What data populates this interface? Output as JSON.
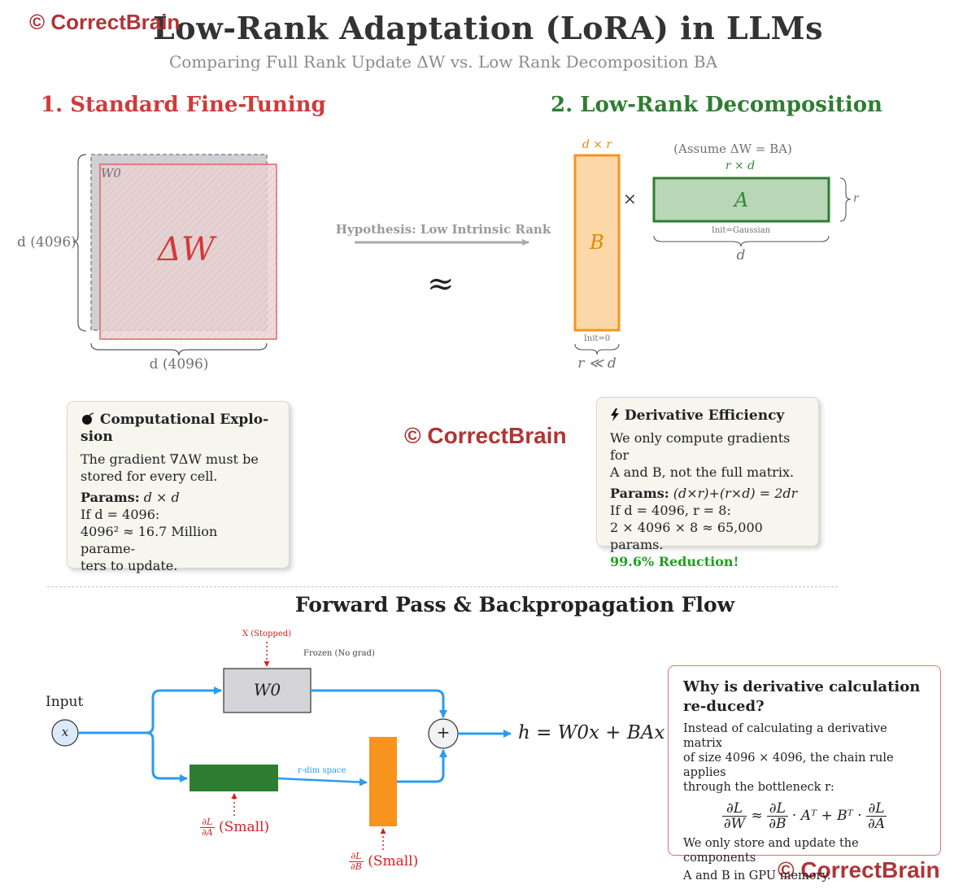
{
  "header": {
    "title": "Low-Rank Adaptation (LoRA) in LLMs",
    "subtitle": "Comparing Full Rank Update ΔW vs. Low Rank Decomposition BA"
  },
  "watermarks": {
    "top_left": "© CorrectBrain",
    "middle": "© CorrectBrain",
    "bottom_right": "© CorrectBrain"
  },
  "section1": {
    "heading": "1. Standard Fine-Tuning",
    "w0_label": "W0",
    "delta_label": "ΔW",
    "left_dim": "d (4096)",
    "bottom_dim": "d (4096)"
  },
  "hypothesis": {
    "label": "Hypothesis: Low Intrinsic Rank",
    "approx_symbol": "≈"
  },
  "section2": {
    "heading": "2. Low-Rank Decomposition",
    "b_dim_top": "d × r",
    "b_label": "B",
    "b_init": "Init=0",
    "b_bottom": "r ≪ d",
    "times_symbol": "×",
    "assume": "(Assume ΔW = BA)",
    "a_dim_top": "r × d",
    "a_label": "A",
    "a_init": "Init=Gaussian",
    "a_right": "r",
    "a_bottom": "d"
  },
  "card_explosion": {
    "icon": "bomb-icon",
    "title": "Computational Explo-sion",
    "line1": "The gradient ∇ΔW must be",
    "line2": "stored for every cell.",
    "params_label": "Params:",
    "params_value": "d × d",
    "line3": "If d = 4096:",
    "line4": "4096² ≈ 16.7 Million parame-",
    "line5": "ters to update."
  },
  "card_efficiency": {
    "icon": "lightning-icon",
    "title": "Derivative Efficiency",
    "line1": "We only compute gradients for",
    "line2": "A and B, not the full matrix.",
    "params_label": "Params:",
    "params_value": "(d×r)+(r×d) = 2dr",
    "line3": "If d = 4096, r = 8:",
    "line4": "2 × 4096 × 8 ≈ 65,000 params.",
    "reduction": "99.6% Reduction!"
  },
  "flow": {
    "title": "Forward Pass & Backpropagation Flow",
    "input_label": "Input",
    "x_label": "x",
    "stopped": "X (Stopped)",
    "frozen": "Frozen (No grad)",
    "w0_label": "W0",
    "plus": "+",
    "output": "h = W0x + BAx",
    "rdim": "r-dim space",
    "grad_a_num": "∂L",
    "grad_a_den": "∂A",
    "grad_a_text": "(Small)",
    "grad_b_num": "∂L",
    "grad_b_den": "∂B",
    "grad_b_text": "(Small)"
  },
  "why_box": {
    "title": "Why is derivative calculation re-duced?",
    "line1": "Instead of calculating a derivative matrix",
    "line2": "of size 4096 × 4096, the chain rule applies",
    "line3": "through the bottleneck r:",
    "formula_l_num": "∂L",
    "formula_l_den": "∂W",
    "formula_approx": "≈",
    "formula_b_num": "∂L",
    "formula_b_den": "∂B",
    "formula_mid": "· Aᵀ + Bᵀ ·",
    "formula_a_num": "∂L",
    "formula_a_den": "∂A",
    "line4": "We only store and update the components",
    "line5": "A and B in GPU memory."
  },
  "colors": {
    "red": "#d13a3a",
    "green": "#2f7d32",
    "orange": "#f7941d",
    "blue": "#2b9bf0",
    "watermark": "#b03535"
  }
}
